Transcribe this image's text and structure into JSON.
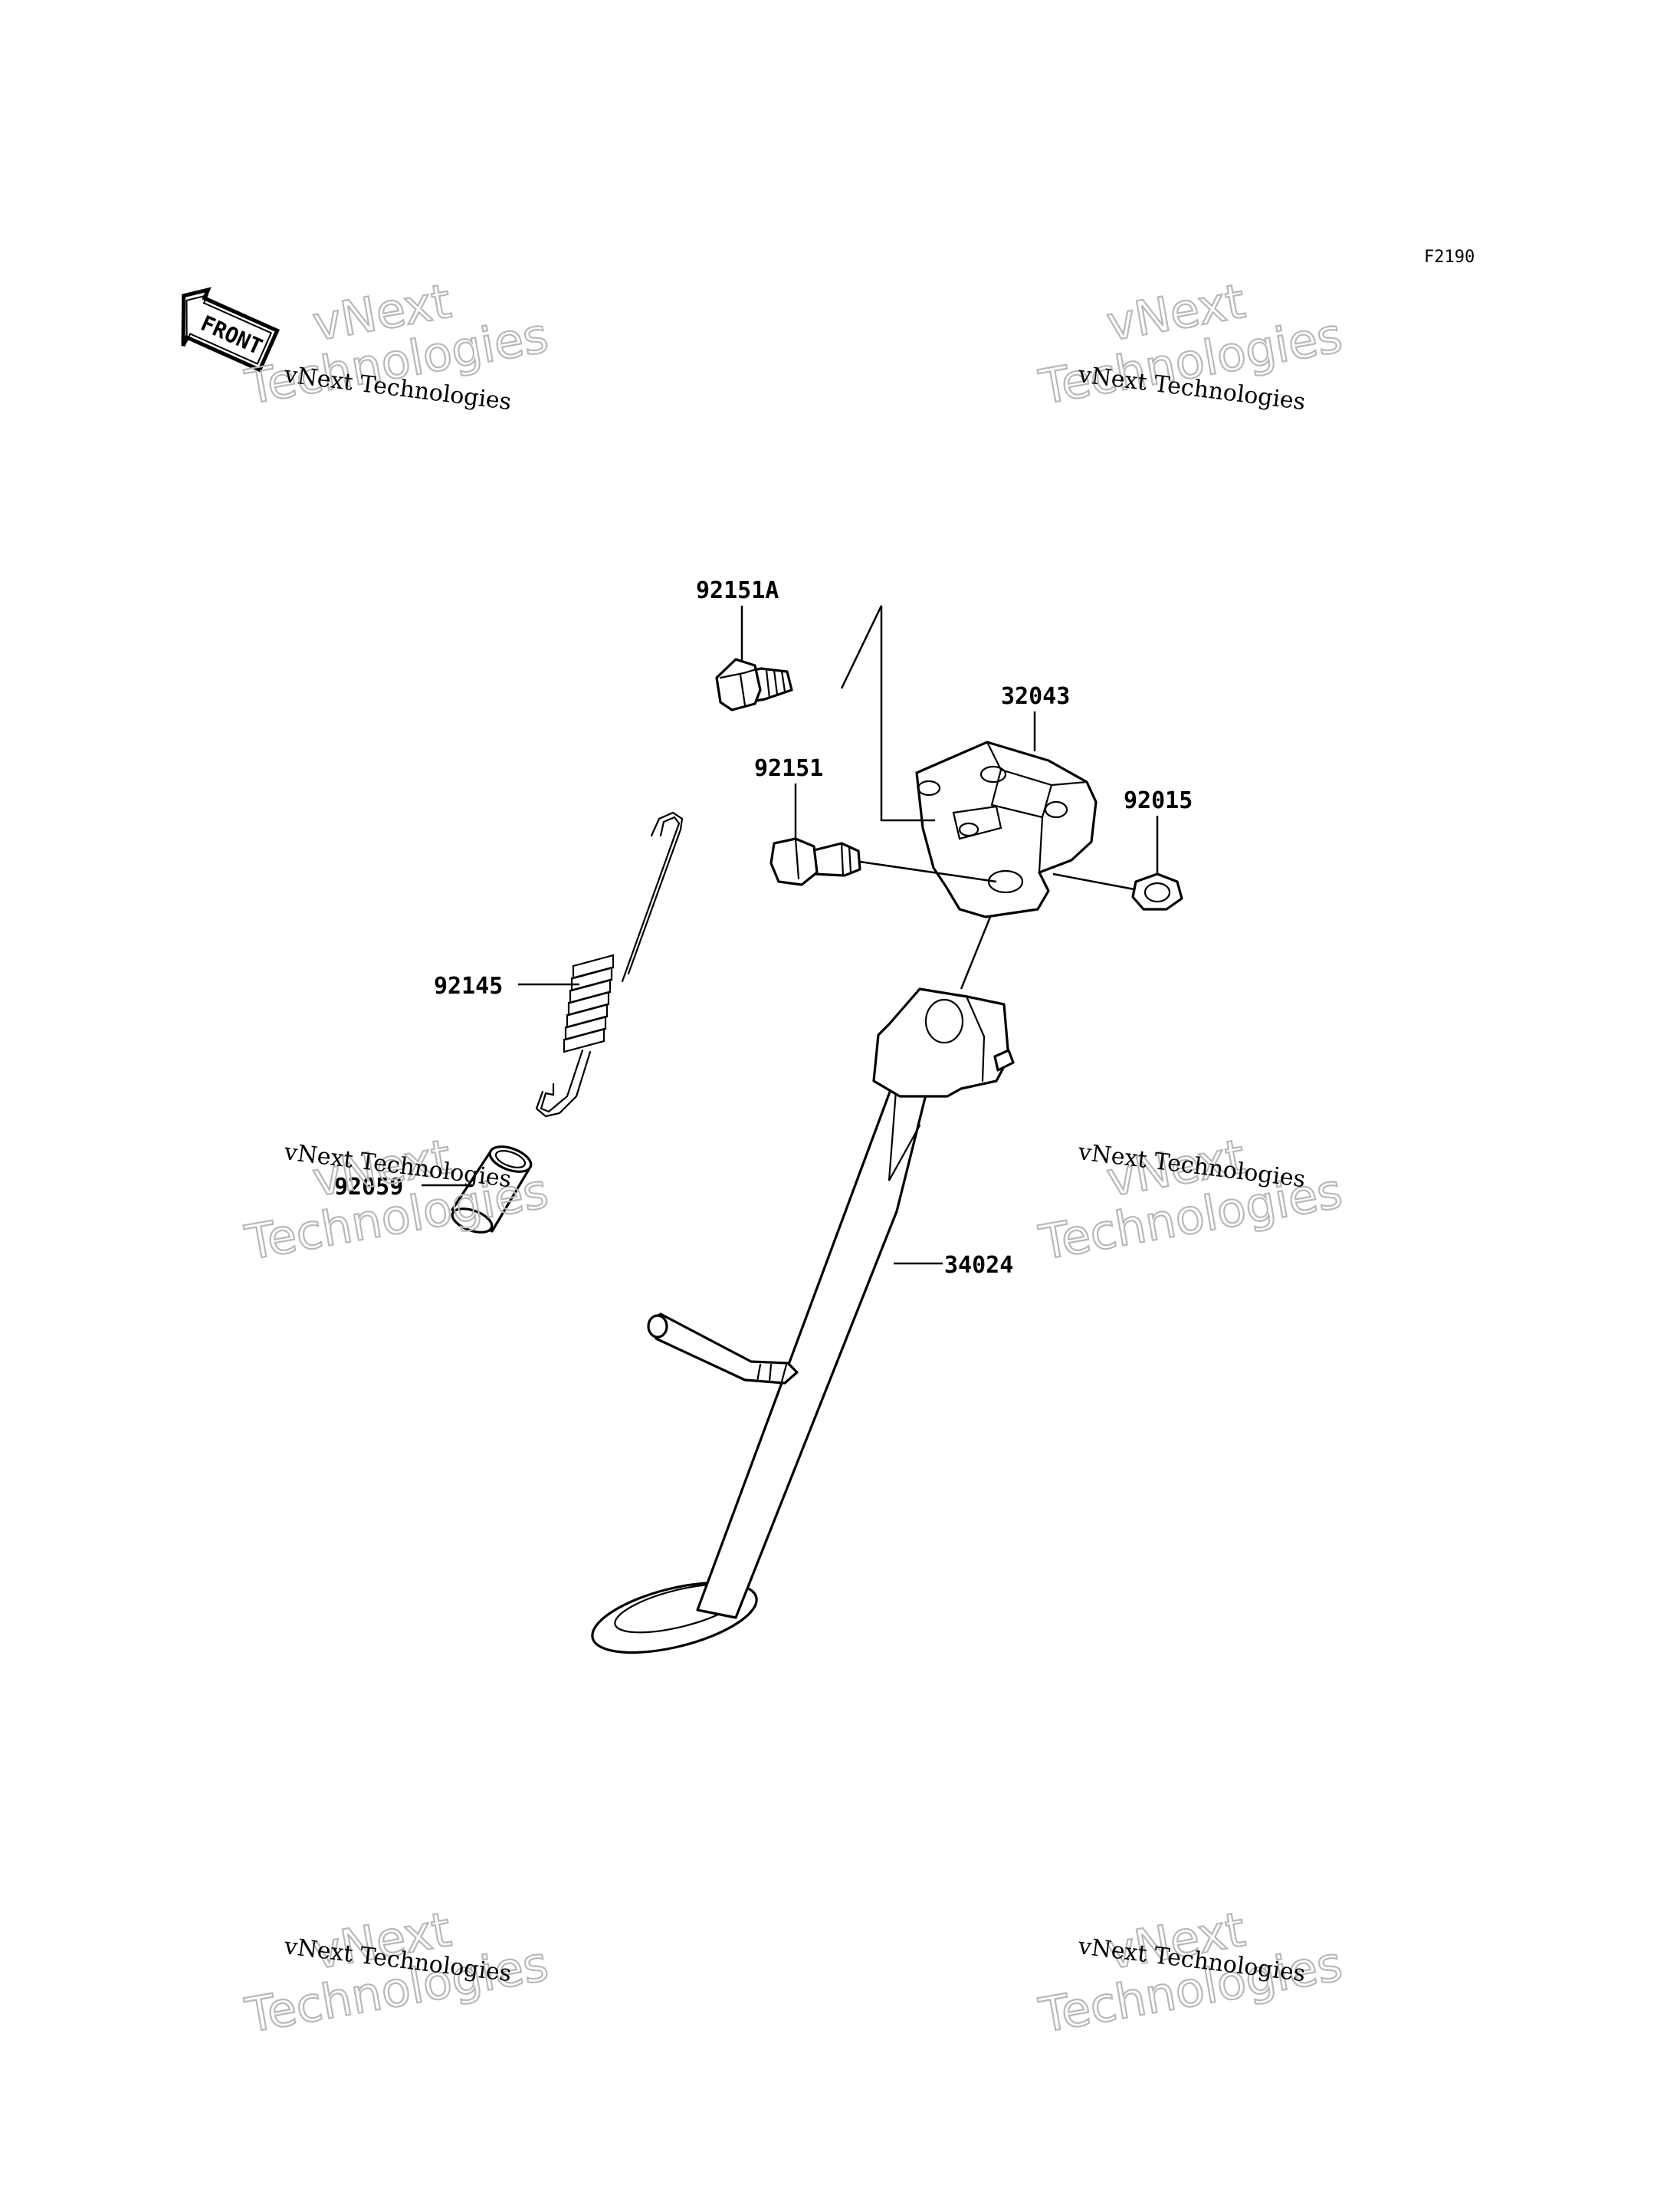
{
  "figure_id": "F2190",
  "front_label": "FRONT",
  "watermark": {
    "line_small": "vNext Technologies",
    "line_big_1": "vNext",
    "line_big_2": "Technologies"
  },
  "parts": {
    "p92151A": "92151A",
    "p32043": "32043",
    "p92151": "92151",
    "p92015": "92015",
    "p92145": "92145",
    "p92059": "92059",
    "p34024": "34024"
  }
}
